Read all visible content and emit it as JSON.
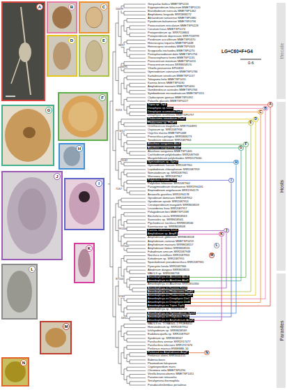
{
  "diagram": {
    "nodes": [
      {
        "text": [
          "A"
        ]
      },
      {
        "text": [
          "B"
        ]
      },
      {
        "text": [
          "C"
        ]
      },
      {
        "text": [
          "D"
        ]
      },
      {
        "text": [
          "E"
        ]
      },
      {
        "text": [
          "F"
        ]
      },
      {
        "text": [
          "G"
        ]
      },
      {
        "text": [
          "H"
        ]
      },
      {
        "text": [
          "I"
        ]
      },
      {
        "text": [
          "J"
        ]
      },
      {
        "text": [
          "K"
        ]
      },
      {
        "text": [
          "L"
        ]
      },
      {
        "text": [
          "M"
        ]
      },
      {
        "text": [
          "N"
        ]
      },
      {
        "text": [
          "thecate"
        ]
      },
      {
        "text": [
          "Hosts"
        ]
      },
      {
        "text": [
          "Parasites"
        ]
      },
      {
        "text": [
          "Tripos sp. TrpS"
        ]
      },
      {
        "text": [
          "Dinophysis sp. DinC"
        ]
      },
      {
        "text": [
          "Dinophysis acuminata DinB"
        ]
      },
      {
        "text": [
          "Phalacroma rotundatum PhaR"
        ]
      },
      {
        "text": [
          "Phalacroma sp. PhaF2"
        ]
      },
      {
        "text": [
          "Akashiwo sanguinea AkaS"
        ]
      },
      {
        "text": [
          "Akashiwo sanguinea AkaR"
        ]
      },
      {
        "text": [
          "Gymnodinium sp. GymX"
        ]
      },
      {
        "text": [
          "Polykrikos kofoidii PolK"
        ]
      },
      {
        "text": [
          "Karenia mikimotoi KmiG"
        ]
      },
      {
        "text": [
          "Amphidinium sp. AmpR"
        ]
      },
      {
        "text": [
          "Amoebophrya ex Akashiwo AkaS"
        ]
      },
      {
        "text": [
          "Amoebophrya ex Akashiwo AkaR"
        ]
      },
      {
        "text": [
          "Amoebophrya ex Karenia KmiG"
        ]
      },
      {
        "text": [
          "Amoebophrya ex Phalacroma PhaF2"
        ]
      },
      {
        "text": [
          "Amoebophrya ex Phalacroma PhaR"
        ]
      },
      {
        "text": [
          "Amoebophrya ex Dinophysis DinC"
        ]
      },
      {
        "text": [
          "Amoebophrya ex Dinophysis DinB"
        ]
      },
      {
        "text": [
          "Amoebophrya ex Tripos TrpS"
        ]
      },
      {
        "text": [
          "Amoebophrya ex Gymnodinium GymX"
        ]
      },
      {
        "text": [
          "Amoebophrya ex Polykrikos PolK"
        ]
      },
      {
        "text": [
          "Amoebophrya ex Amphidinium AmpR"
        ]
      },
      {
        "text": [
          "Perkinsid ex Amphidinium AmpP"
        ]
      },
      {
        "text": [
          "A"
        ]
      },
      {
        "text": [
          "B"
        ]
      },
      {
        "text": [
          "C"
        ]
      },
      {
        "text": [
          "D"
        ]
      },
      {
        "text": [
          "E"
        ]
      },
      {
        "text": [
          "F"
        ]
      },
      {
        "text": [
          "G"
        ]
      },
      {
        "text": [
          "H"
        ]
      },
      {
        "text": [
          "I"
        ]
      },
      {
        "text": [
          "J"
        ]
      },
      {
        "text": [
          "K"
        ]
      },
      {
        "text": [
          "L"
        ]
      },
      {
        "text": [
          "M"
        ]
      },
      {
        "text": [
          "N"
        ]
      }
    ],
    "edges": [
      {
        "from": 17,
        "to": 40,
        "arrow": "none"
      },
      {
        "from": 35,
        "to": 40,
        "arrow": "none"
      },
      {
        "from": 18,
        "to": 41,
        "arrow": "none"
      },
      {
        "from": 33,
        "to": 41,
        "arrow": "none"
      },
      {
        "from": 19,
        "to": 42,
        "arrow": "none"
      },
      {
        "from": 34,
        "to": 42,
        "arrow": "none"
      },
      {
        "from": 20,
        "to": 43,
        "arrow": "none"
      },
      {
        "from": 32,
        "to": 43,
        "arrow": "none"
      },
      {
        "from": 21,
        "to": 44,
        "arrow": "none"
      },
      {
        "from": 31,
        "to": 44,
        "arrow": "none"
      },
      {
        "from": 22,
        "to": 45,
        "arrow": "none"
      },
      {
        "from": 28,
        "to": 45,
        "arrow": "none"
      },
      {
        "from": 23,
        "to": 46,
        "arrow": "none"
      },
      {
        "from": 29,
        "to": 46,
        "arrow": "none"
      },
      {
        "from": 24,
        "to": 47,
        "arrow": "none"
      },
      {
        "from": 36,
        "to": 47,
        "arrow": "none"
      },
      {
        "from": 25,
        "to": 48,
        "arrow": "none"
      },
      {
        "from": 37,
        "to": 48,
        "arrow": "none"
      },
      {
        "from": 26,
        "to": 49,
        "arrow": "none"
      },
      {
        "from": 30,
        "to": 49,
        "arrow": "none"
      },
      {
        "from": 27,
        "to": 50,
        "arrow": "none"
      },
      {
        "from": 38,
        "to": 50,
        "arrow": "none"
      },
      {
        "from": 39,
        "to": 53,
        "arrow": "none"
      }
    ],
    "labels": [
      "Gonyaulax baltica MMETSP0116",
      "Kryptoperidinium foliaceum MMETSP0120",
      "Brandtodinium nutricula MMETSP1462",
      "Amphidoma languida SRR5868272",
      "Alexandrium tamarense MMETSP0380",
      "Pyrodinium bahamense MMETSP0796",
      "Protoceratium reticulatum MMETSP0228",
      "Ceratium fusus MMETSP1074",
      "Protoperidinium sp. SRR7558801",
      "Protoperidinium depressum SRR7558799",
      "Peridinium aciculiferum MMETSP0370",
      "Heterocapsa triquetra MMETSP0448",
      "Heterocapsa rotundata MMETSP0503",
      "Scrippsiella trochoidea MMETSP0270",
      "Pentapharsodinium dalei MMETSP0794",
      "Thoracosphaera heimii MMETSP1135",
      "Prorocentrum minimum MMETSP0053",
      "Prorocentrum micans SRR8658570",
      "Yihiella yeosuensis EP00833",
      "Gymnodinium catenatum MMETSP0784",
      "Karlodinium veneficum MMETSP1017",
      "Takayama helix MMETSP1055",
      "Karenia brevis MMETSP0030",
      "Amphidinium massartii MMETSP0690",
      "Gambierdiscus australes MMETSP0766",
      "Symbiodinium microadriaticum MMETSP1115",
      "Cladocopium goreaui MMETSP0392",
      "Polarella glacialis MMETSP0227",
      "Dinophysis acuminata MMETSP0797",
      "Ornithocercus magnificus SRR7550893",
      "Oxytoxum sp. SRR2087958",
      "Oxyrrhis marina MMETSP0468",
      "Pronoctiluca pelagica SRR5868273",
      "Torodinium robustum SRR2087964",
      "Akashiwo sanguinea MMETSP1405",
      "Cochlodinium polykrikoides SRR2087949",
      "Margalefidinium polykrikoides SRR2079060",
      "Gymnodinium fuscum SRR2087950",
      "Lepidodinium chlorophorum SRR2087959",
      "Nematodinium sp. SRR2087961",
      "Warnowia sp. SRR2087967",
      "Polykrikos lebouriae SRR2087962",
      "Paragymnodinium shiwhaense SRR1994181",
      "Bispinodinium angelaceum SRR1994179",
      "Ansanella granifera SRR1994178",
      "Gyrodinium dominans SRR2087952",
      "Gyrodinium spirale SRR2087953",
      "Ceratoperidinium margalefii SRR8658559",
      "Levanderina fissa SRR2087957",
      "Pelagodinium beii MMETSP1338",
      "Biecheleria cincta SRR8658563",
      "Suessiales sp. SRR8658565",
      "Ptychodiscus noctiluca SRR8658566",
      "Kareniaceae sp. SRR8658568",
      "Amphidinium gibbosum SRR8658558",
      "Amphidinium carterae MMETSP0259",
      "Amphidinium massartii SRR8658557",
      "Amphidinium klebsii SRR8658556",
      "Fabadinium amicum SRR2087948",
      "Noctiluca scintillans SRR2087963",
      "Kofoidinium sp. SRR2087955",
      "Spatulodinium pseudonoctiluca SRR2087965",
      "Pyrocystis lunula SRR2087966",
      "Abedinium dasypus SRR8658555",
      "MALV-II sp. SRR6366758",
      "Amoebophrya ex Akashiwo SRR1810330",
      "Amoebophrya sp. SRR6366759",
      "MALV-II ex. TOSAG41-1 PRJEB402",
      "Hematodinium sp. SRR2087954",
      "Ichthyodinium sp. SRR8658569",
      "Euduboscquella sp. SRR2087947",
      "Syndinium sp. SRR8658567",
      "Parvilucifera sinerae SRR1917477",
      "Parvilucifera infectans SRR1917476",
      "Perkinsus marinus ENSEMBL 34",
      "Perkinsus olseni SRR3000155",
      "Babesia bovis",
      "Plasmodium falciparum",
      "Cryptosporidium muris",
      "Chromera velia MMETSP0290",
      "Vitrella brassicaformis MMETSP1451",
      "Paramecium tetraurelia",
      "Tetrahymena thermophila",
      "Pseudocohnilembus persalinus",
      "LG+C60+F+G4",
      "0.6",
      "100/99",
      "98/97",
      "83/95",
      "91/53",
      "74/51",
      "91/42",
      "71/67",
      "99/100",
      "97/100",
      "87/100",
      "97/69",
      "63/52"
    ]
  }
}
